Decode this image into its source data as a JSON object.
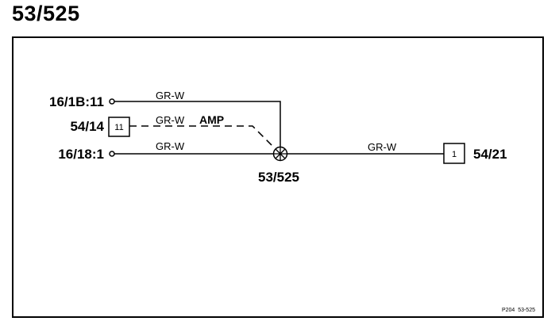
{
  "title": "53/525",
  "connectors": {
    "top_left": "16/1B:11",
    "mid_left": "54/14",
    "mid_left_pin": "11",
    "bottom_left": "16/18:1",
    "right": "54/21",
    "right_pin": "1",
    "splice": "53/525"
  },
  "wires": {
    "top": "GR-W",
    "middle": "GR-W",
    "middle_note": "AMP",
    "bottom": "GR-W",
    "right": "GR-W"
  },
  "reference": "P204  53-525",
  "colors": {
    "line": "#000000",
    "background": "#ffffff"
  }
}
